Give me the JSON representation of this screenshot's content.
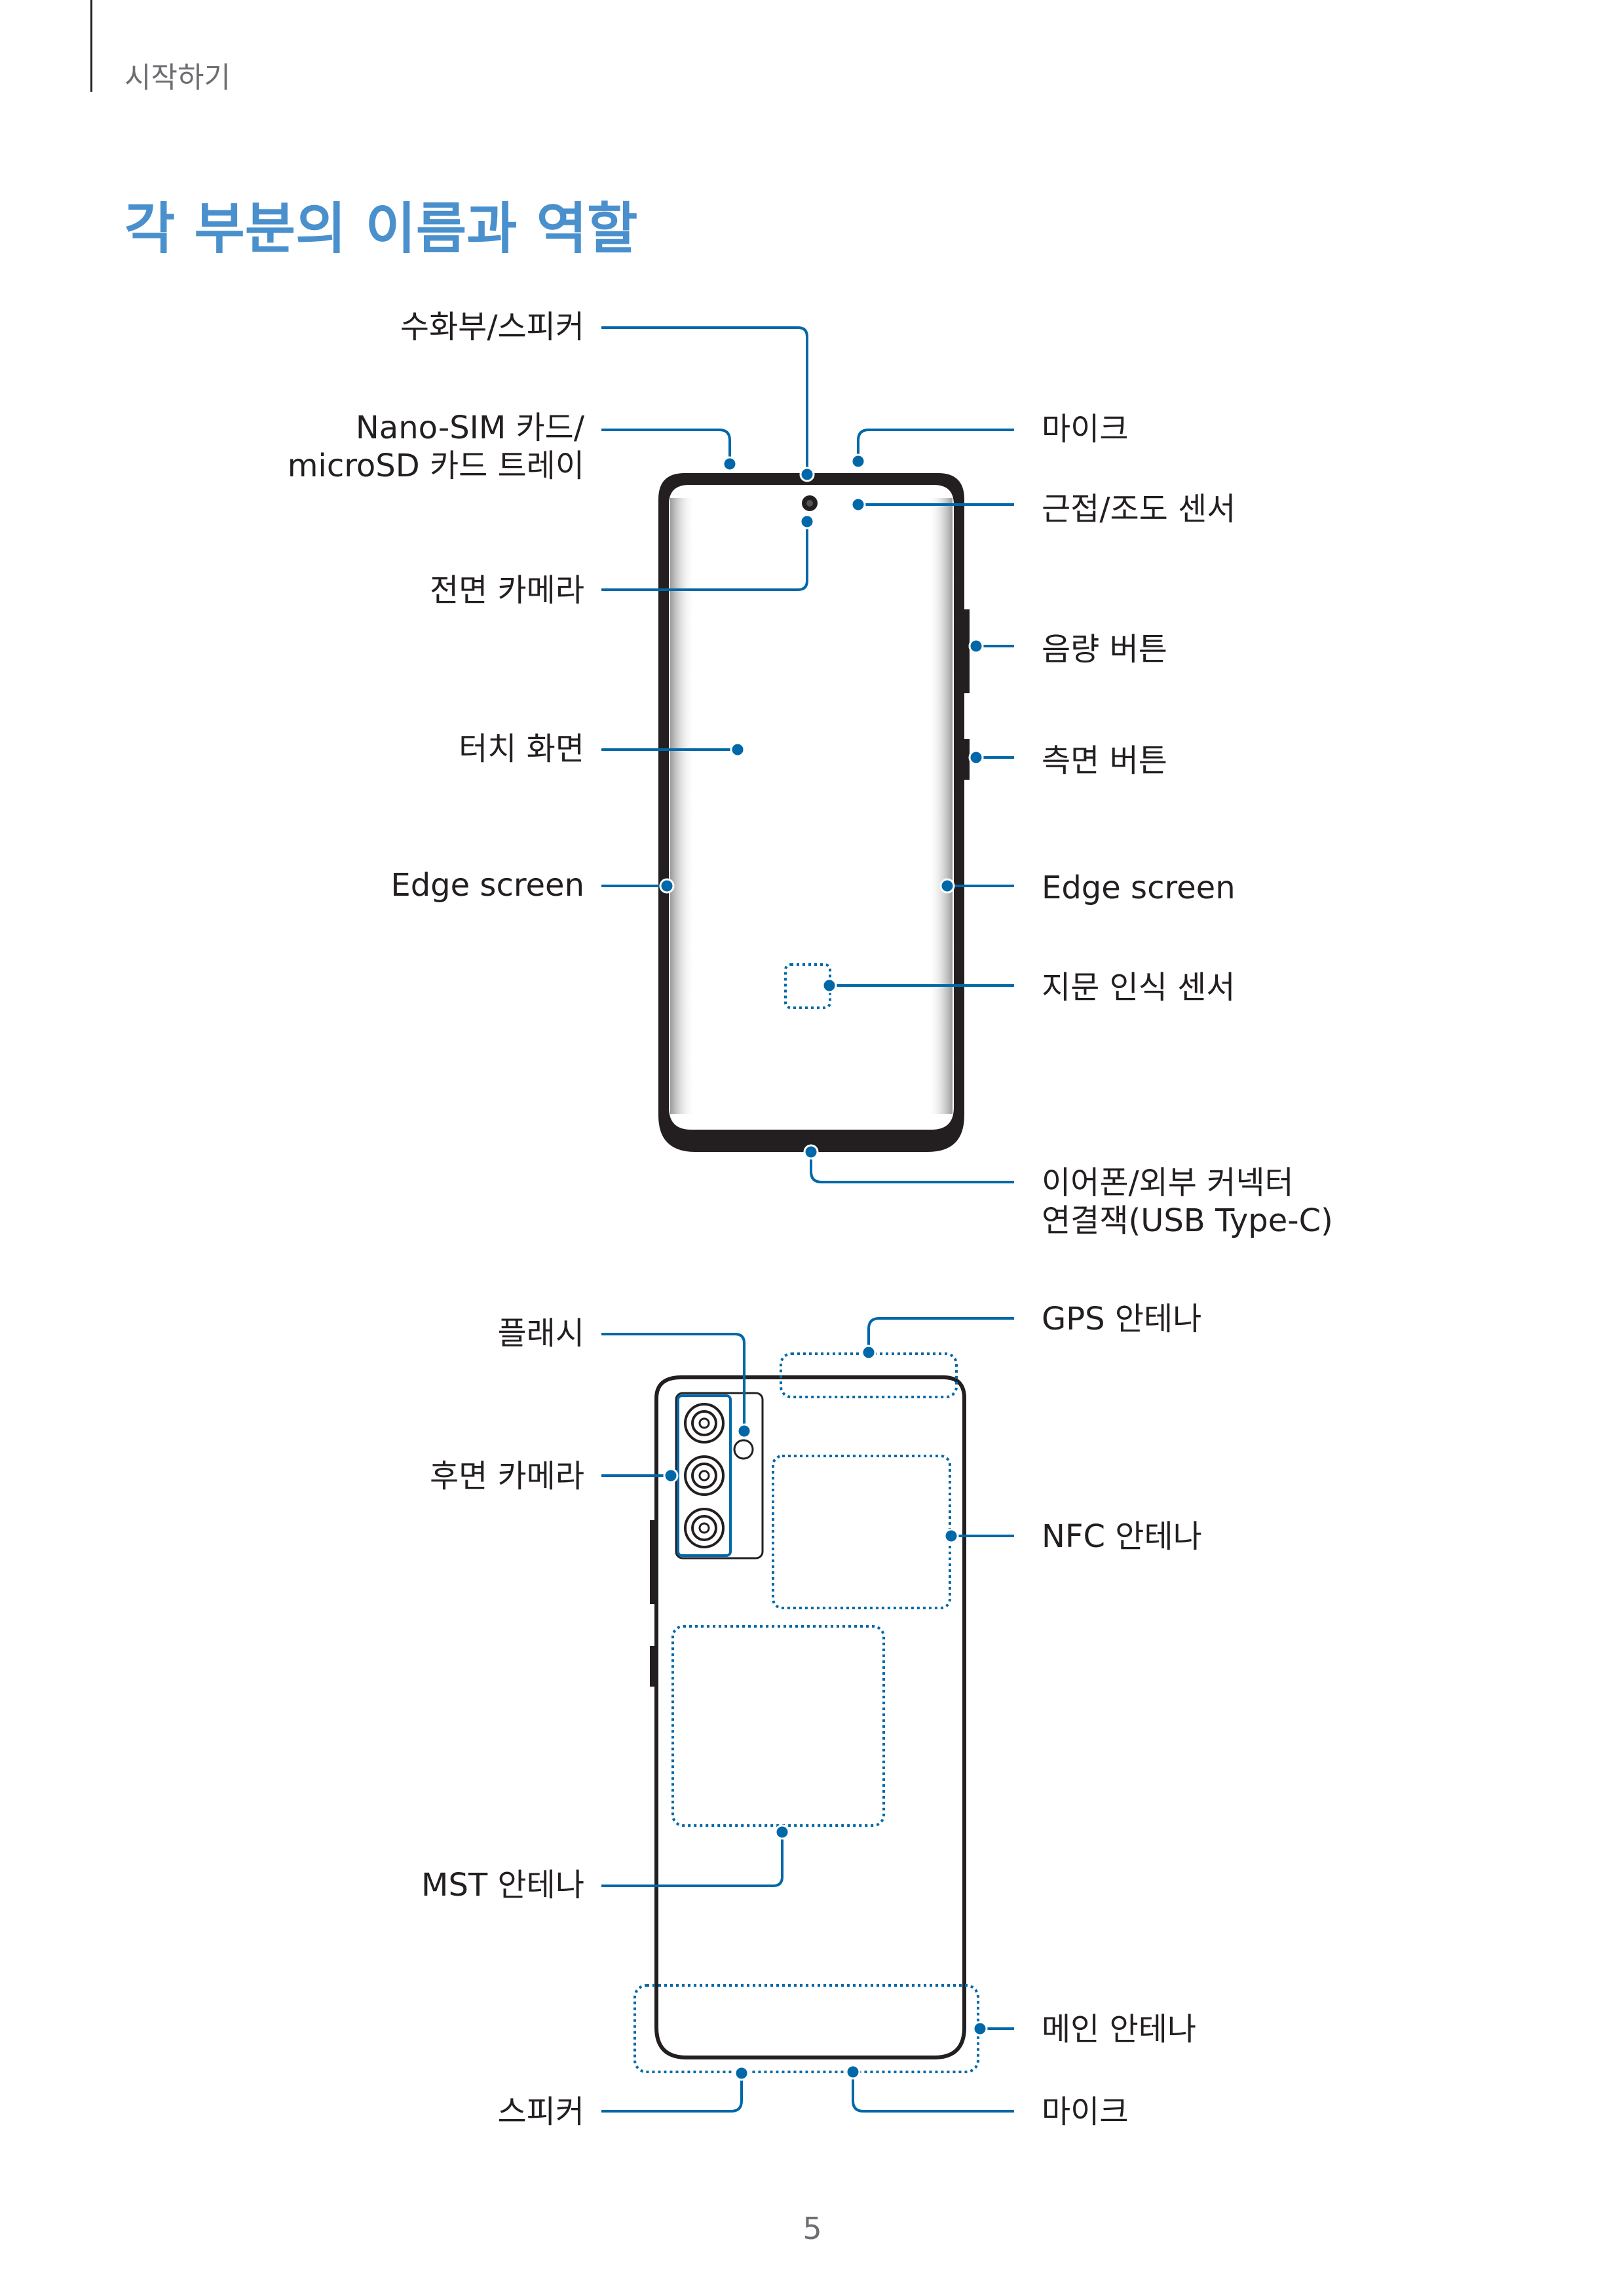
{
  "header": {
    "section": "시작하기"
  },
  "title": "각 부분의 이름과 역할",
  "front": {
    "earpiece": "수화부/스피커",
    "sim_tray_line1": "Nano-SIM 카드/",
    "sim_tray_line2": "microSD 카드 트레이",
    "front_camera": "전면 카메라",
    "touchscreen": "터치 화면",
    "edge_left": "Edge screen",
    "mic_top": "마이크",
    "proximity_sensor": "근접/조도 센서",
    "volume_key": "음량 버튼",
    "side_key": "측면 버튼",
    "edge_right": "Edge screen",
    "fingerprint": "지문 인식 센서",
    "usb_line1": "이어폰/외부 커넥터",
    "usb_line2": "연결잭(USB Type-C)"
  },
  "back": {
    "flash": "플래시",
    "rear_camera": "후면 카메라",
    "mst_antenna": "MST 안테나",
    "speaker": "스피커",
    "gps_antenna": "GPS 안테나",
    "nfc_antenna": "NFC 안테나",
    "main_antenna": "메인 안테나",
    "mic_bottom": "마이크"
  },
  "colors": {
    "accent": "#4a90cd",
    "leader": "#0068a8",
    "outline": "#231f20"
  },
  "page_number": "5"
}
